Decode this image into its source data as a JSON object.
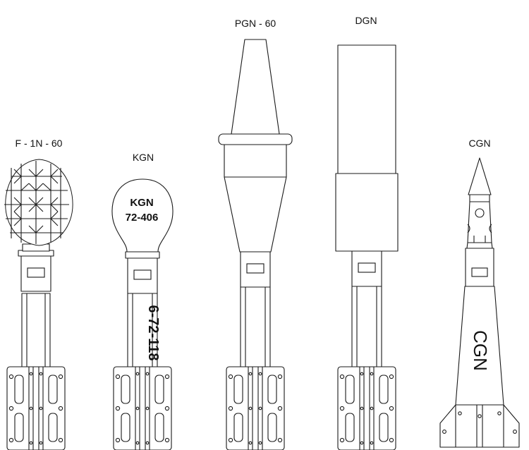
{
  "labels": {
    "f1n60": "F - 1N - 60",
    "kgn": "KGN",
    "pgn60": "PGN - 60",
    "dgn": "DGN",
    "cgn": "CGN"
  },
  "markings": {
    "kgn_head_line1": "KGN",
    "kgn_head_line2": "72-406",
    "kgn_tube": "6-72-118",
    "cgn_body": "CGN"
  },
  "colors": {
    "line": "#1a1a1a",
    "fill": "#ffffff"
  }
}
